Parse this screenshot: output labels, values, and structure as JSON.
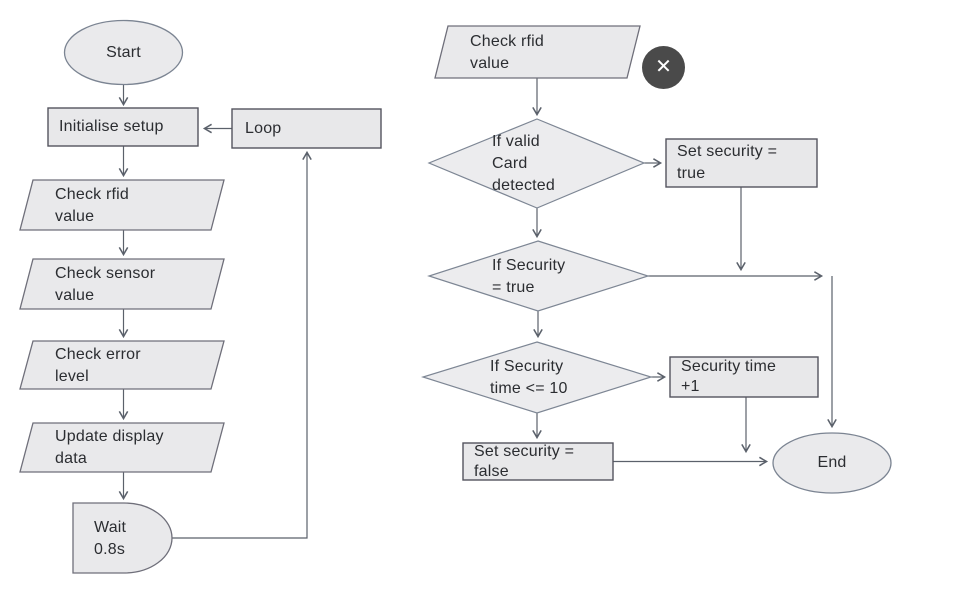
{
  "window": {
    "background": "#ffffff"
  },
  "colors": {
    "shape_fill": "#e9e9eb",
    "shape_stroke": "#5c5c66",
    "connector": "#5b616b",
    "text": "#2b2d31",
    "close_button_bg": "#4a4a4a"
  },
  "close_button": {
    "icon": "✕"
  },
  "flowchart": {
    "left": {
      "start": {
        "shape": "terminator",
        "label": "Start"
      },
      "init": {
        "shape": "process",
        "label": "Initialise setup"
      },
      "loop": {
        "shape": "process",
        "label": "Loop"
      },
      "check_rfid": {
        "shape": "input-output",
        "label": "Check rfid\nvalue"
      },
      "check_sensor": {
        "shape": "input-output",
        "label": "Check sensor\nvalue"
      },
      "check_error": {
        "shape": "input-output",
        "label": "Check error\nlevel"
      },
      "update_display": {
        "shape": "input-output",
        "label": "Update display\ndata"
      },
      "wait": {
        "shape": "delay",
        "label": "Wait\n0.8s"
      }
    },
    "right": {
      "check_rfid": {
        "shape": "input-output",
        "label": "Check rfid\nvalue"
      },
      "if_valid_card": {
        "shape": "decision",
        "label": "If valid\nCard\ndetected"
      },
      "set_security_true": {
        "shape": "process",
        "label": "Set security =\ntrue"
      },
      "if_security_true": {
        "shape": "decision",
        "label": "If Security\n= true"
      },
      "if_security_time": {
        "shape": "decision",
        "label": "If Security\ntime <= 10"
      },
      "security_time_plus": {
        "shape": "process",
        "label": "Security time\n+1"
      },
      "set_security_false": {
        "shape": "process",
        "label": "Set security =\nfalse"
      },
      "end": {
        "shape": "terminator",
        "label": "End"
      }
    }
  }
}
